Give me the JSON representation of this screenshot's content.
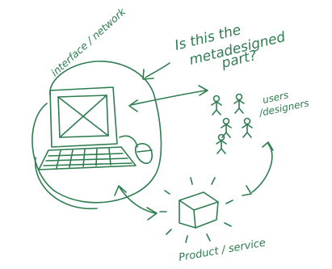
{
  "labels": {
    "interface": "interface / network",
    "question_line1": "Is this the",
    "question_line2": "metadesigned",
    "question_line3": "part?",
    "users_line1": "users",
    "users_line2": "/designers",
    "product": "Product / service"
  },
  "colors": {
    "ink": "#2e7d4f",
    "paper": "#ffffff"
  },
  "icons": [
    "laptop-icon",
    "mouse-icon",
    "people-icon",
    "box-icon"
  ]
}
